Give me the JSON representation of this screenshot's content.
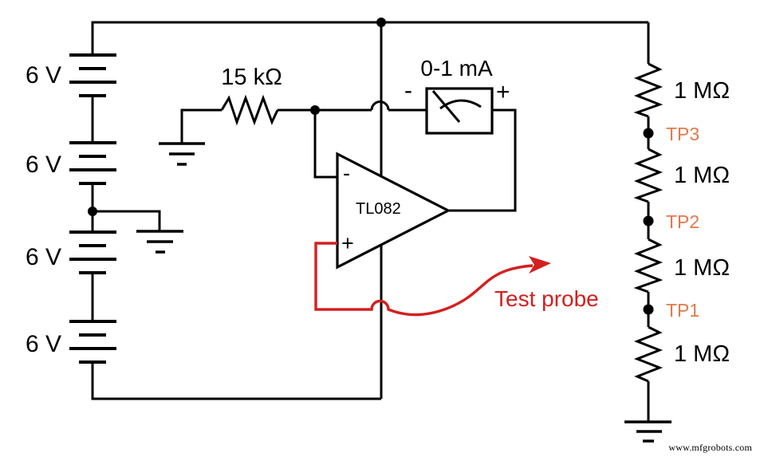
{
  "diagram_type": "analog-circuit-schematic",
  "batteries": [
    {
      "label": "6 V"
    },
    {
      "label": "6 V"
    },
    {
      "label": "6 V"
    },
    {
      "label": "6 V"
    }
  ],
  "input_resistor": {
    "label": "15 kΩ"
  },
  "meter": {
    "range": "0-1 mA",
    "minus": "-",
    "plus": "+"
  },
  "opamp": {
    "part": "TL082",
    "inverting_sign": "-",
    "noninverting_sign": "+"
  },
  "ladder_resistors": [
    "1 MΩ",
    "1 MΩ",
    "1 MΩ",
    "1 MΩ"
  ],
  "test_points": [
    "TP3",
    "TP2",
    "TP1"
  ],
  "probe": {
    "label": "Test probe"
  },
  "watermark": "www.mfgrobots.com",
  "colors": {
    "wire": "#000000",
    "probe_red": "#d32020",
    "testpoint_orange": "#e2794b",
    "background": "#ffffff"
  }
}
